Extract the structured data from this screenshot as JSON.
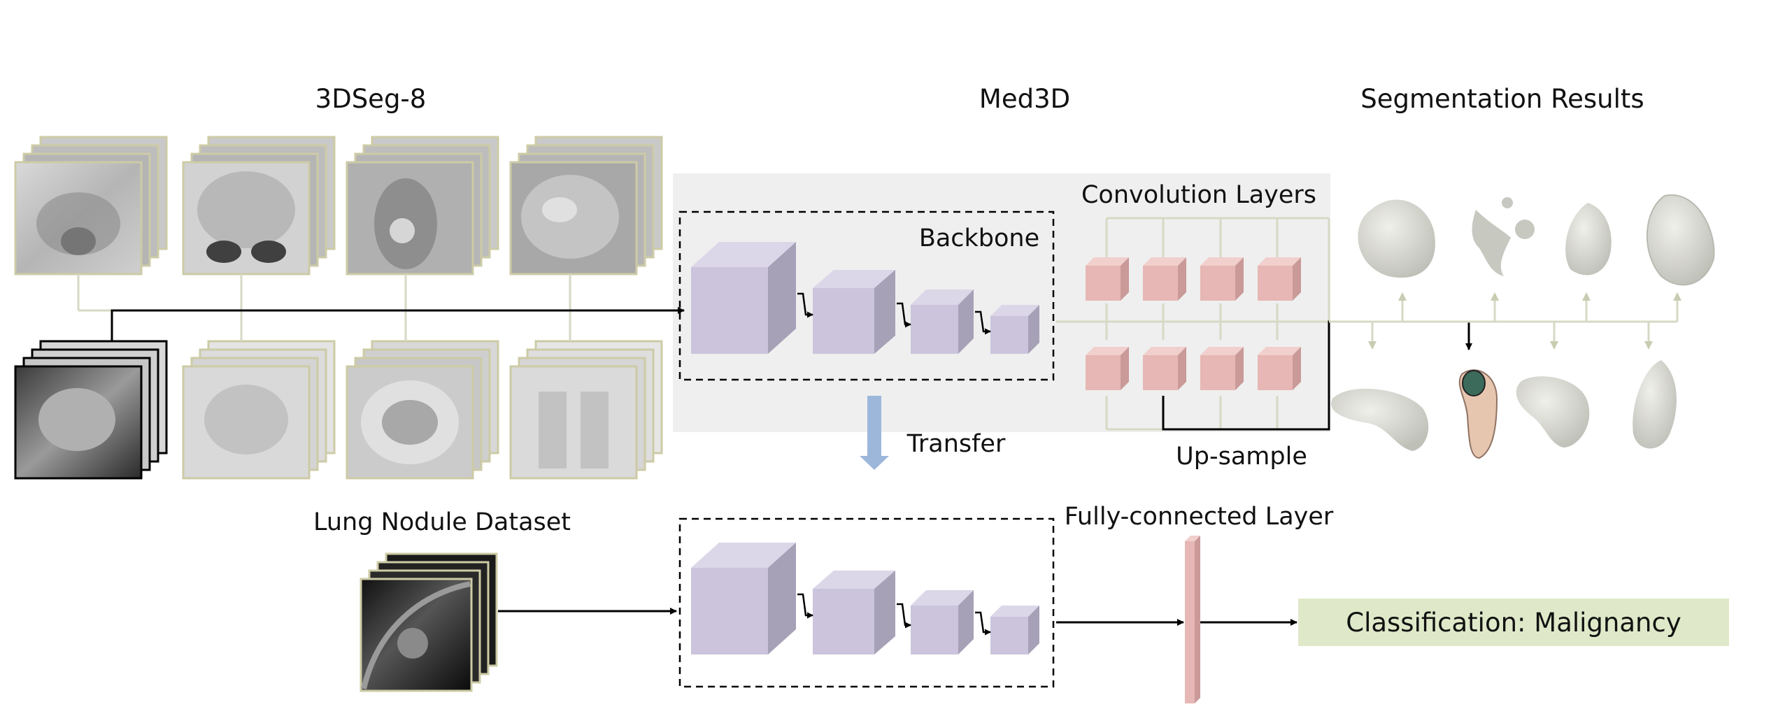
{
  "labels": {
    "dataset_title": "3DSeg-8",
    "model_title": "Med3D",
    "results_title": "Segmentation Results",
    "backbone": "Backbone",
    "conv_layers": "Convolution Layers",
    "transfer": "Transfer",
    "upsample": "Up-sample",
    "lung_dataset": "Lung Nodule Dataset",
    "fc_layer": "Fully-connected Layer",
    "classification": "Classification: Malignancy"
  },
  "colors": {
    "cube_front": "#cbc4dc",
    "cube_top": "#dcd7e8",
    "cube_side": "#a7a1b7",
    "conv_front": "#e6b7b4",
    "conv_top": "#f1cfcc",
    "conv_side": "#c99a98",
    "stack_border": "#cdcba6",
    "panel_bg": "#efefef",
    "classification_bg": "#dfe9c9",
    "transfer_arrow": "#9db7db",
    "connector": "#d6d9c4"
  }
}
